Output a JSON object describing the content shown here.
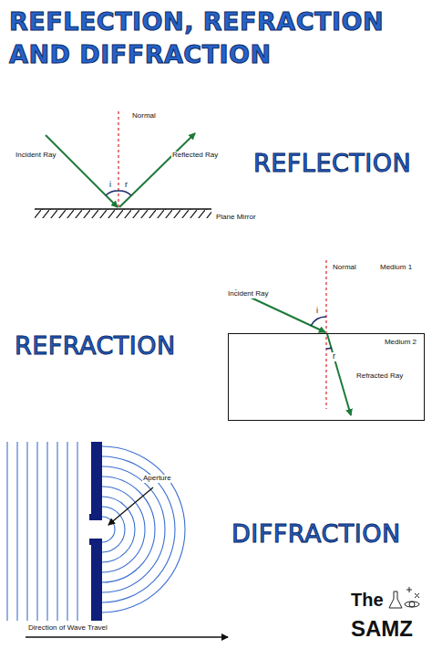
{
  "diagram": {
    "title": "REFLECTION, REFRACTION AND DIFFRACTION",
    "nodes": [
      {
        "text": [
          "Medium 2"
        ]
      }
    ],
    "labels": [
      "Normal",
      "Incident Ray",
      "Reflected Ray",
      "i",
      "r",
      "Plane Mirror",
      "REFLECTION",
      "Normal",
      "Medium 1",
      "Incident Ray",
      "i",
      "r",
      "Refracted Ray",
      "REFRACTION",
      "Aperture",
      "Direction of Wave Travel",
      "DIFFRACTION",
      "The",
      "SAMZ"
    ]
  }
}
